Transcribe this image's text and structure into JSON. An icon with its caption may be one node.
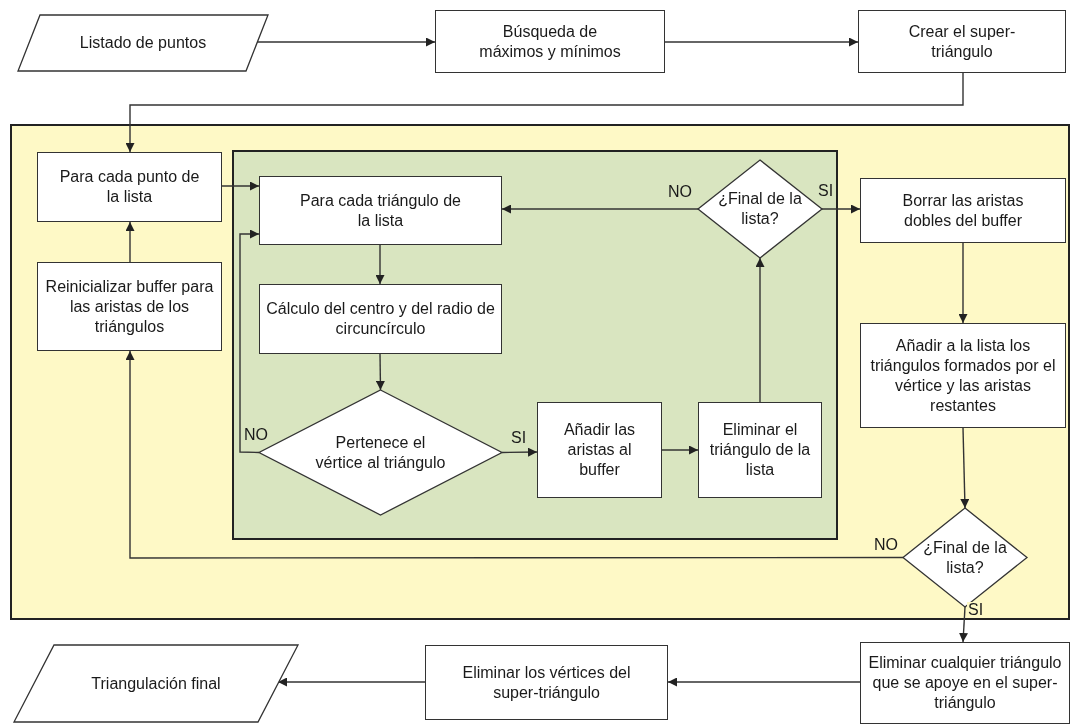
{
  "diagram": {
    "nodes": [
      {
        "text": [
          "Listado de puntos"
        ]
      },
      {
        "text": [
          "Búsqueda de máximos y mínimos"
        ]
      },
      {
        "text": [
          "Crear el super-triángulo"
        ]
      },
      {
        "text": [],
        "shape": "box"
      },
      {
        "text": [
          "Para cada punto de la lista"
        ],
        "in": 3
      },
      {
        "text": [],
        "shape": "box",
        "in": 3
      },
      {
        "text": [
          "Para cada triángulo de la lista"
        ],
        "in": 5
      },
      {
        "text": [
          "¿Final de la lista?"
        ],
        "in": 5
      },
      {
        "text": [
          "Borrar las aristas dobles del buffer"
        ],
        "in": 3
      },
      {
        "text": [
          "Reinicializar buffer para las aristas de los triángulos"
        ],
        "in": 3
      },
      {
        "text": [
          "Cálculo del centro y del radio de circuncírculo"
        ],
        "in": 5
      },
      {
        "text": [
          "Pertenece el vértice al triángulo"
        ],
        "in": 5
      },
      {
        "text": [
          "Añadir las aristas al buffer"
        ],
        "in": 5
      },
      {
        "text": [
          "Eliminar el triángulo de la lista"
        ],
        "in": 5
      },
      {
        "text": [
          "Añadir a la lista los triángulos formados por el vértice y las aristas restantes"
        ],
        "in": 3
      },
      {
        "text": [
          "¿Final de la lista?"
        ],
        "in": 3
      },
      {
        "text": [
          "Eliminar cualquier triángulo que se apoye en el super-triángulo"
        ]
      },
      {
        "text": [
          "Eliminar los vértices del super-triángulo"
        ]
      },
      {
        "text": [
          "Triangulación final"
        ]
      }
    ],
    "edges": [
      {
        "from": 0,
        "to": 1,
        "arrow": "to"
      },
      {
        "from": 1,
        "to": 2,
        "arrow": "to"
      },
      {
        "from": 2,
        "to": 4,
        "arrow": "to"
      },
      {
        "from": 4,
        "to": 6,
        "arrow": "to"
      },
      {
        "from": 6,
        "to": 10,
        "arrow": "to"
      },
      {
        "from": 10,
        "to": 11,
        "arrow": "to"
      },
      {
        "from": 11,
        "to": 6,
        "arrow": "to",
        "label": "NO"
      },
      {
        "from": 11,
        "to": 12,
        "arrow": "to",
        "label": "SI"
      },
      {
        "from": 12,
        "to": 13,
        "arrow": "to"
      },
      {
        "from": 13,
        "to": 7,
        "arrow": "to"
      },
      {
        "from": 7,
        "to": 6,
        "arrow": "to",
        "label": "NO"
      },
      {
        "from": 7,
        "to": 8,
        "arrow": "to",
        "label": "SI"
      },
      {
        "from": 8,
        "to": 14,
        "arrow": "to"
      },
      {
        "from": 14,
        "to": 15,
        "arrow": "to"
      },
      {
        "from": 15,
        "to": 9,
        "arrow": "to",
        "label": "NO"
      },
      {
        "from": 9,
        "to": 4,
        "arrow": "to"
      },
      {
        "from": 15,
        "to": 16,
        "arrow": "to",
        "label": "SI"
      },
      {
        "from": 16,
        "to": 17,
        "arrow": "to"
      },
      {
        "from": 17,
        "to": 18,
        "arrow": "to"
      }
    ]
  }
}
